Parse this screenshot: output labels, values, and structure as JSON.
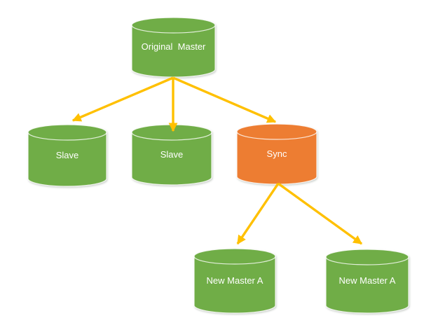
{
  "diagram": {
    "type": "database-replication-topology",
    "background": "#FFFFFF",
    "colors": {
      "node_green": "#70AD47",
      "node_orange": "#ED7D31",
      "arrow": "#FFC000",
      "label_text": "#FFFFFF"
    },
    "nodes": [
      {
        "id": "original-master",
        "label": "Original  Master",
        "shape": "database-cylinder",
        "color": "green"
      },
      {
        "id": "slave-left",
        "label": "Slave",
        "shape": "database-cylinder",
        "color": "green"
      },
      {
        "id": "slave-middle",
        "label": "Slave",
        "shape": "database-cylinder",
        "color": "green"
      },
      {
        "id": "sync",
        "label": "Sync",
        "shape": "database-cylinder",
        "color": "orange"
      },
      {
        "id": "new-master-left",
        "label": "New Master A",
        "shape": "database-cylinder",
        "color": "green"
      },
      {
        "id": "new-master-right",
        "label": "New Master A",
        "shape": "database-cylinder",
        "color": "green"
      }
    ],
    "edges": [
      {
        "from": "original-master",
        "to": "slave-left"
      },
      {
        "from": "original-master",
        "to": "slave-middle"
      },
      {
        "from": "original-master",
        "to": "sync"
      },
      {
        "from": "sync",
        "to": "new-master-left"
      },
      {
        "from": "sync",
        "to": "new-master-right"
      }
    ]
  }
}
